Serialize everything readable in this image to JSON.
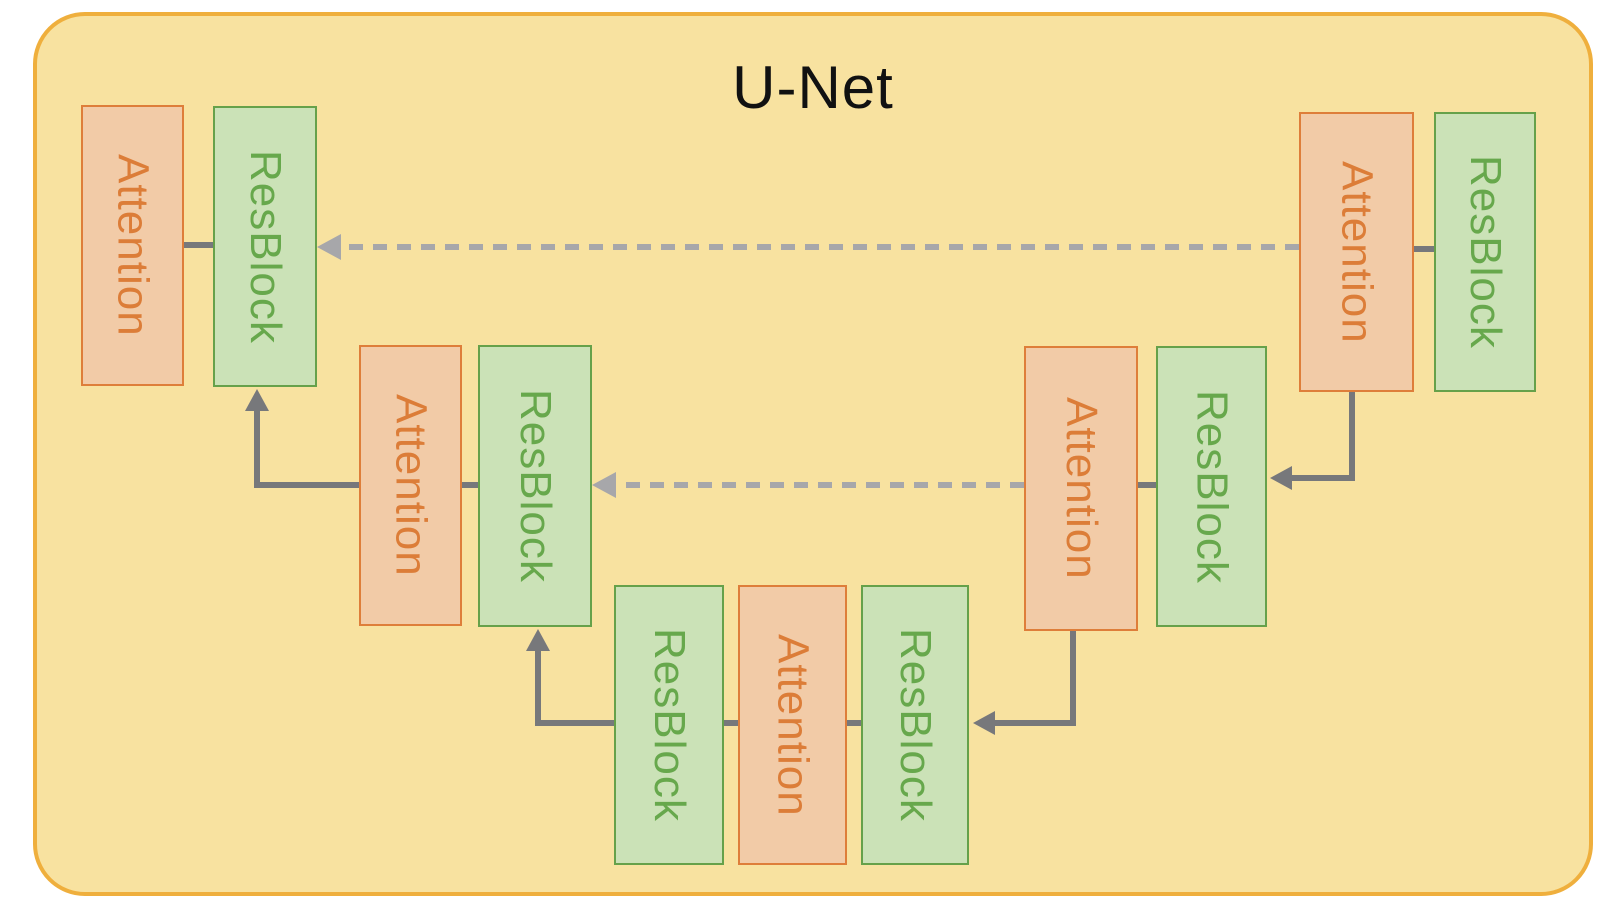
{
  "title": "U-Net",
  "blocks": {
    "decoder_top_attention": {
      "label": "Attention"
    },
    "decoder_top_resblock": {
      "label": "ResBlock"
    },
    "decoder_mid_attention": {
      "label": "Attention"
    },
    "decoder_mid_resblock": {
      "label": "ResBlock"
    },
    "bottleneck_resblock_left": {
      "label": "ResBlock"
    },
    "bottleneck_attention": {
      "label": "Attention"
    },
    "bottleneck_resblock_right": {
      "label": "ResBlock"
    },
    "encoder_mid_attention": {
      "label": "Attention"
    },
    "encoder_mid_resblock": {
      "label": "ResBlock"
    },
    "encoder_top_attention": {
      "label": "Attention"
    },
    "encoder_top_resblock": {
      "label": "ResBlock"
    }
  },
  "connections": [
    {
      "from": "encoder_top_attention",
      "to": "decoder_top_resblock",
      "style": "dashed",
      "kind": "skip-connection"
    },
    {
      "from": "encoder_mid_attention",
      "to": "decoder_mid_resblock",
      "style": "dashed",
      "kind": "skip-connection"
    },
    {
      "from": "encoder_top_attention",
      "to": "encoder_mid_resblock",
      "style": "solid",
      "kind": "downsample"
    },
    {
      "from": "encoder_mid_attention",
      "to": "bottleneck_resblock_right",
      "style": "solid",
      "kind": "downsample"
    },
    {
      "from": "bottleneck_resblock_left",
      "to": "decoder_mid_resblock",
      "style": "solid",
      "kind": "upsample"
    },
    {
      "from": "decoder_mid_attention",
      "to": "decoder_top_resblock",
      "style": "solid",
      "kind": "upsample"
    }
  ],
  "colors": {
    "panel_fill": "#F8E2A0",
    "panel_border": "#EFAF3D",
    "attention_fill": "#F2CBA7",
    "attention_border": "#DE7E3A",
    "attention_text": "#DC7D38",
    "resblock_fill": "#CBE2B7",
    "resblock_border": "#66A14A",
    "resblock_text": "#67A84C",
    "solid_arrow": "#77787B",
    "dashed_arrow": "#A7A7AA",
    "title_text": "#111111"
  }
}
